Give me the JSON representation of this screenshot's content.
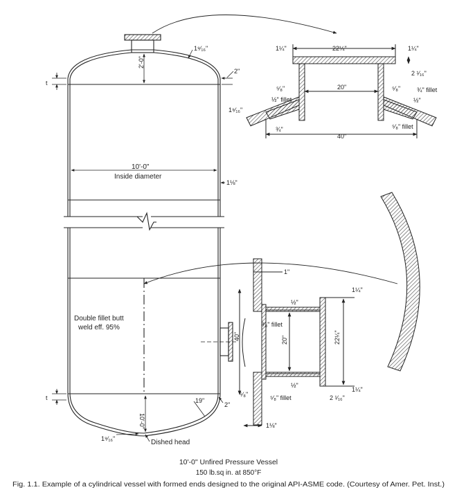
{
  "colors": {
    "ink": "#222222",
    "hatch": "#444444",
    "background": "#ffffff"
  },
  "vessel": {
    "nozzle_height": "2'-0\"",
    "head_thickness": "1⁹⁄₁₆\"",
    "head_offset": "2\"",
    "head_t": "t",
    "inside_diameter": "10'-0\"",
    "inside_diameter_label": "Inside diameter",
    "shell_thickness": "1⅛\"",
    "weld_label_1": "Double fillet butt",
    "weld_label_2": "weld eff. 95%",
    "bottom_t": "t",
    "bottom_offset": "2\"",
    "crown_height": "10'-0\"",
    "knuckle": "19\"",
    "bottom_head_thickness": "1⁹⁄₁₆\"",
    "dished_head": "Dished head"
  },
  "top_detail": {
    "left_flange": "1¼\"",
    "flange_width": "22¼\"",
    "right_flange": "1¼\"",
    "flange_thk": "2 ¹⁄₁₆\"",
    "pipe_id": "20\"",
    "left_wall": "⁵⁄₈\"",
    "right_wall": "⁵⁄₈\"",
    "fillet_34": "¾\" fillet",
    "fillet_12_left": "½\" fillet",
    "fillet_12_right": "½\"",
    "head_thk": "1⁹⁄₁₆\"",
    "small_34": "¾\"",
    "fillet_58": "⁵⁄₈\" fillet",
    "pad_width": "40\""
  },
  "side_detail": {
    "wall_1": "1\"",
    "flange_right": "1¼\"",
    "dim_half": "½\"",
    "fillet_38": "³⁄₈\" fillet",
    "pad_height": "40\"",
    "pipe_id": "20\"",
    "flange_dia": "22¼\"",
    "bottom_half": "½\"",
    "flange_right_bottom": "1¼\"",
    "left_58": "⁵⁄₈\"",
    "fillet_58": "⁵⁄₈\" fillet",
    "flange_thk": "2 ¹⁄₁₆\"",
    "shell_thk": "1⅛\""
  },
  "caption": {
    "line1": "10'-0\" Unfired Pressure Vessel",
    "line2": "150 lb.sq in. at 850°F",
    "line3": "Fig. 1.1.   Example of a cylindrical vessel with formed ends designed to the original API-ASME code.   (Courtesy of Amer. Pet. Inst.)"
  }
}
